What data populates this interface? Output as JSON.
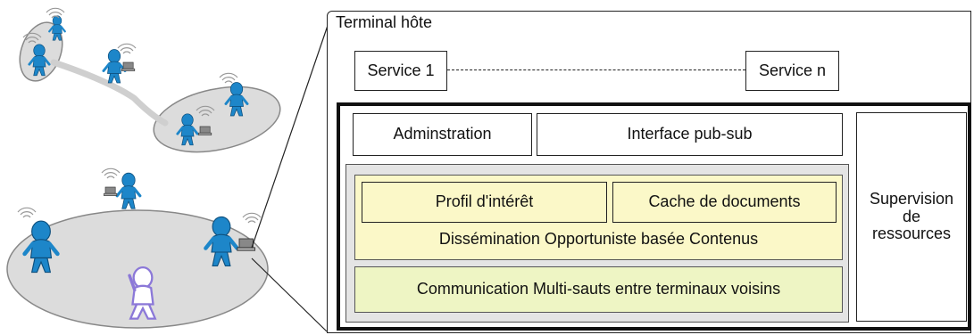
{
  "terminal": {
    "title": "Terminal hôte",
    "service_first": "Service 1",
    "service_last": "Service n"
  },
  "middleware": {
    "admin": "Adminstration",
    "pubsub": "Interface pub-sub",
    "profile": "Profil d'intérêt",
    "cache": "Cache de documents",
    "dissemination": "Dissémination Opportuniste basée Contenus",
    "communication": "Communication Multi-sauts entre terminaux voisins",
    "supervision": "Supervision de ressources"
  },
  "colors": {
    "yellow_panel": "#fbf8c8",
    "green_panel": "#eef5c4",
    "grey_panel": "#e4e4e4",
    "user_blue": "#1d86c9",
    "user_purple": "#8b78d8",
    "zone_grey": "#dcdcdc"
  },
  "icons": [
    "mobile-user-icon",
    "laptop-icon",
    "phone-icon",
    "wifi-signal-icon"
  ]
}
